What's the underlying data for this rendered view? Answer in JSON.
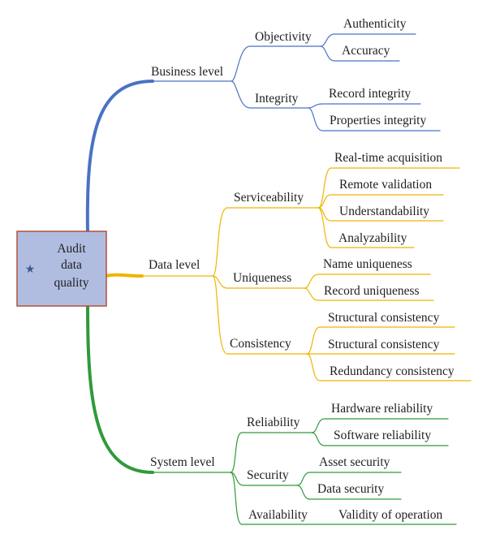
{
  "root": {
    "label_lines": [
      "Audit",
      "data",
      "quality"
    ],
    "icon": "star-icon"
  },
  "colors": {
    "business": "#4a72c4",
    "data": "#f0b400",
    "system": "#2f9a3a",
    "root_fill": "#b1bde0",
    "root_border": "#b0503c",
    "star": "#3d5a8c"
  },
  "branches": [
    {
      "label": "Business level",
      "children": [
        {
          "label": "Objectivity",
          "children": [
            "Authenticity",
            "Accuracy"
          ]
        },
        {
          "label": "Integrity",
          "children": [
            "Record integrity",
            "Properties integrity"
          ]
        }
      ]
    },
    {
      "label": "Data level",
      "children": [
        {
          "label": "Serviceability",
          "children": [
            "Real-time acquisition",
            "Remote validation",
            "Understandability",
            "Analyzability"
          ]
        },
        {
          "label": "Uniqueness",
          "children": [
            "Name uniqueness",
            "Record uniqueness"
          ]
        },
        {
          "label": "Consistency",
          "children": [
            "Structural consistency",
            "Structural consistency",
            "Redundancy consistency"
          ]
        }
      ]
    },
    {
      "label": "System level",
      "children": [
        {
          "label": "Reliability",
          "children": [
            "Hardware reliability",
            "Software reliability"
          ]
        },
        {
          "label": "Security",
          "children": [
            "Asset security",
            "Data security"
          ]
        },
        {
          "label": "Availability",
          "children": [
            "Validity of operation"
          ]
        }
      ]
    }
  ]
}
